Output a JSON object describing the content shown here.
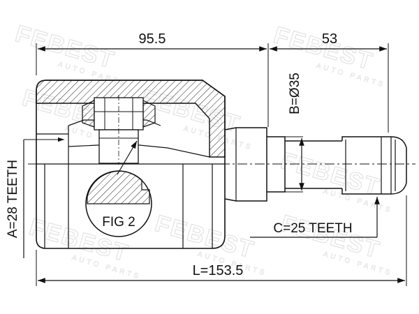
{
  "dimensions": {
    "housing_length": "95.5",
    "shaft_length": "53",
    "total_length": "L=153.5",
    "shaft_diameter": "B=Ø35",
    "housing_spline": "A=28 TEETH",
    "shaft_spline": "C=25 TEETH"
  },
  "figure_label": "FIG 2",
  "watermark": {
    "brand": "FEBEST",
    "tagline": "AUTO PARTS"
  }
}
